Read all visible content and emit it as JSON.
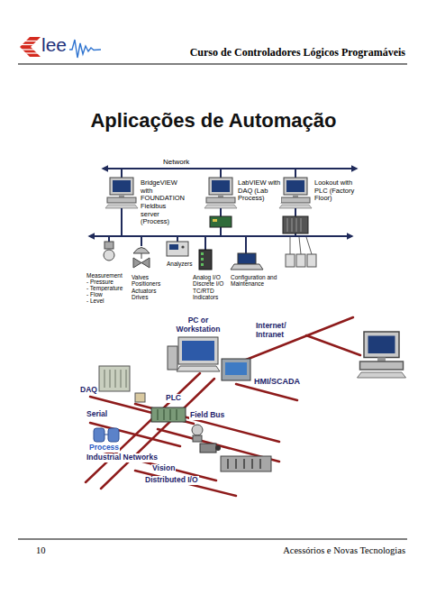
{
  "diagram": {
    "title": "Aplicações de Automação",
    "labels": [
      "lee",
      "Curso de Controladores Lógicos Programáveis",
      "Network",
      "BridgeVIEW with FOUNDATION Fieldbus server (Process)",
      "LabVIEW with DAQ (Lab Process)",
      "Lookout with PLC (Factory Floor)",
      "Analyzers",
      "Measurement",
      "- Pressure",
      "- Temperature",
      "- Flow",
      "- Level",
      "Valves Positioners Actuators Drives",
      "Analog I/O Discrete I/O TC/RTD Indicators",
      "Configuration and Maintenance",
      "PC or Workstation",
      "Internet/ Intranet",
      "HMI/SCADA",
      "DAQ",
      "PLC",
      "Field Bus",
      "Serial",
      "Process",
      "Industrial Networks",
      "Vision",
      "Distributed I/O",
      "10",
      "Acessórios e Novas Tecnologias"
    ]
  }
}
